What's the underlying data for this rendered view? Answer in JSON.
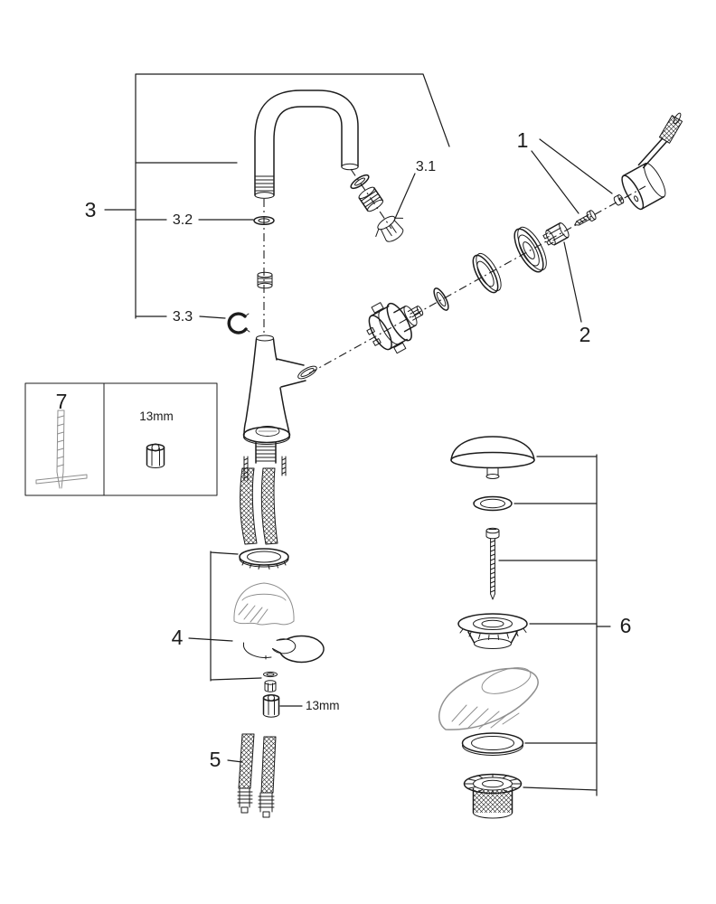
{
  "callouts": {
    "n1": "1",
    "n2": "2",
    "n3": "3",
    "n3_1": "3.1",
    "n3_2": "3.2",
    "n3_3": "3.3",
    "n4": "4",
    "n5": "5",
    "n6": "6",
    "n7": "7"
  },
  "annotations": {
    "tool_box_size": "13mm",
    "mounting_nut_size": "13mm"
  },
  "colors": {
    "line": "#1c1c1c",
    "muted_sketch": "#8f8f8f",
    "background": "#ffffff"
  }
}
